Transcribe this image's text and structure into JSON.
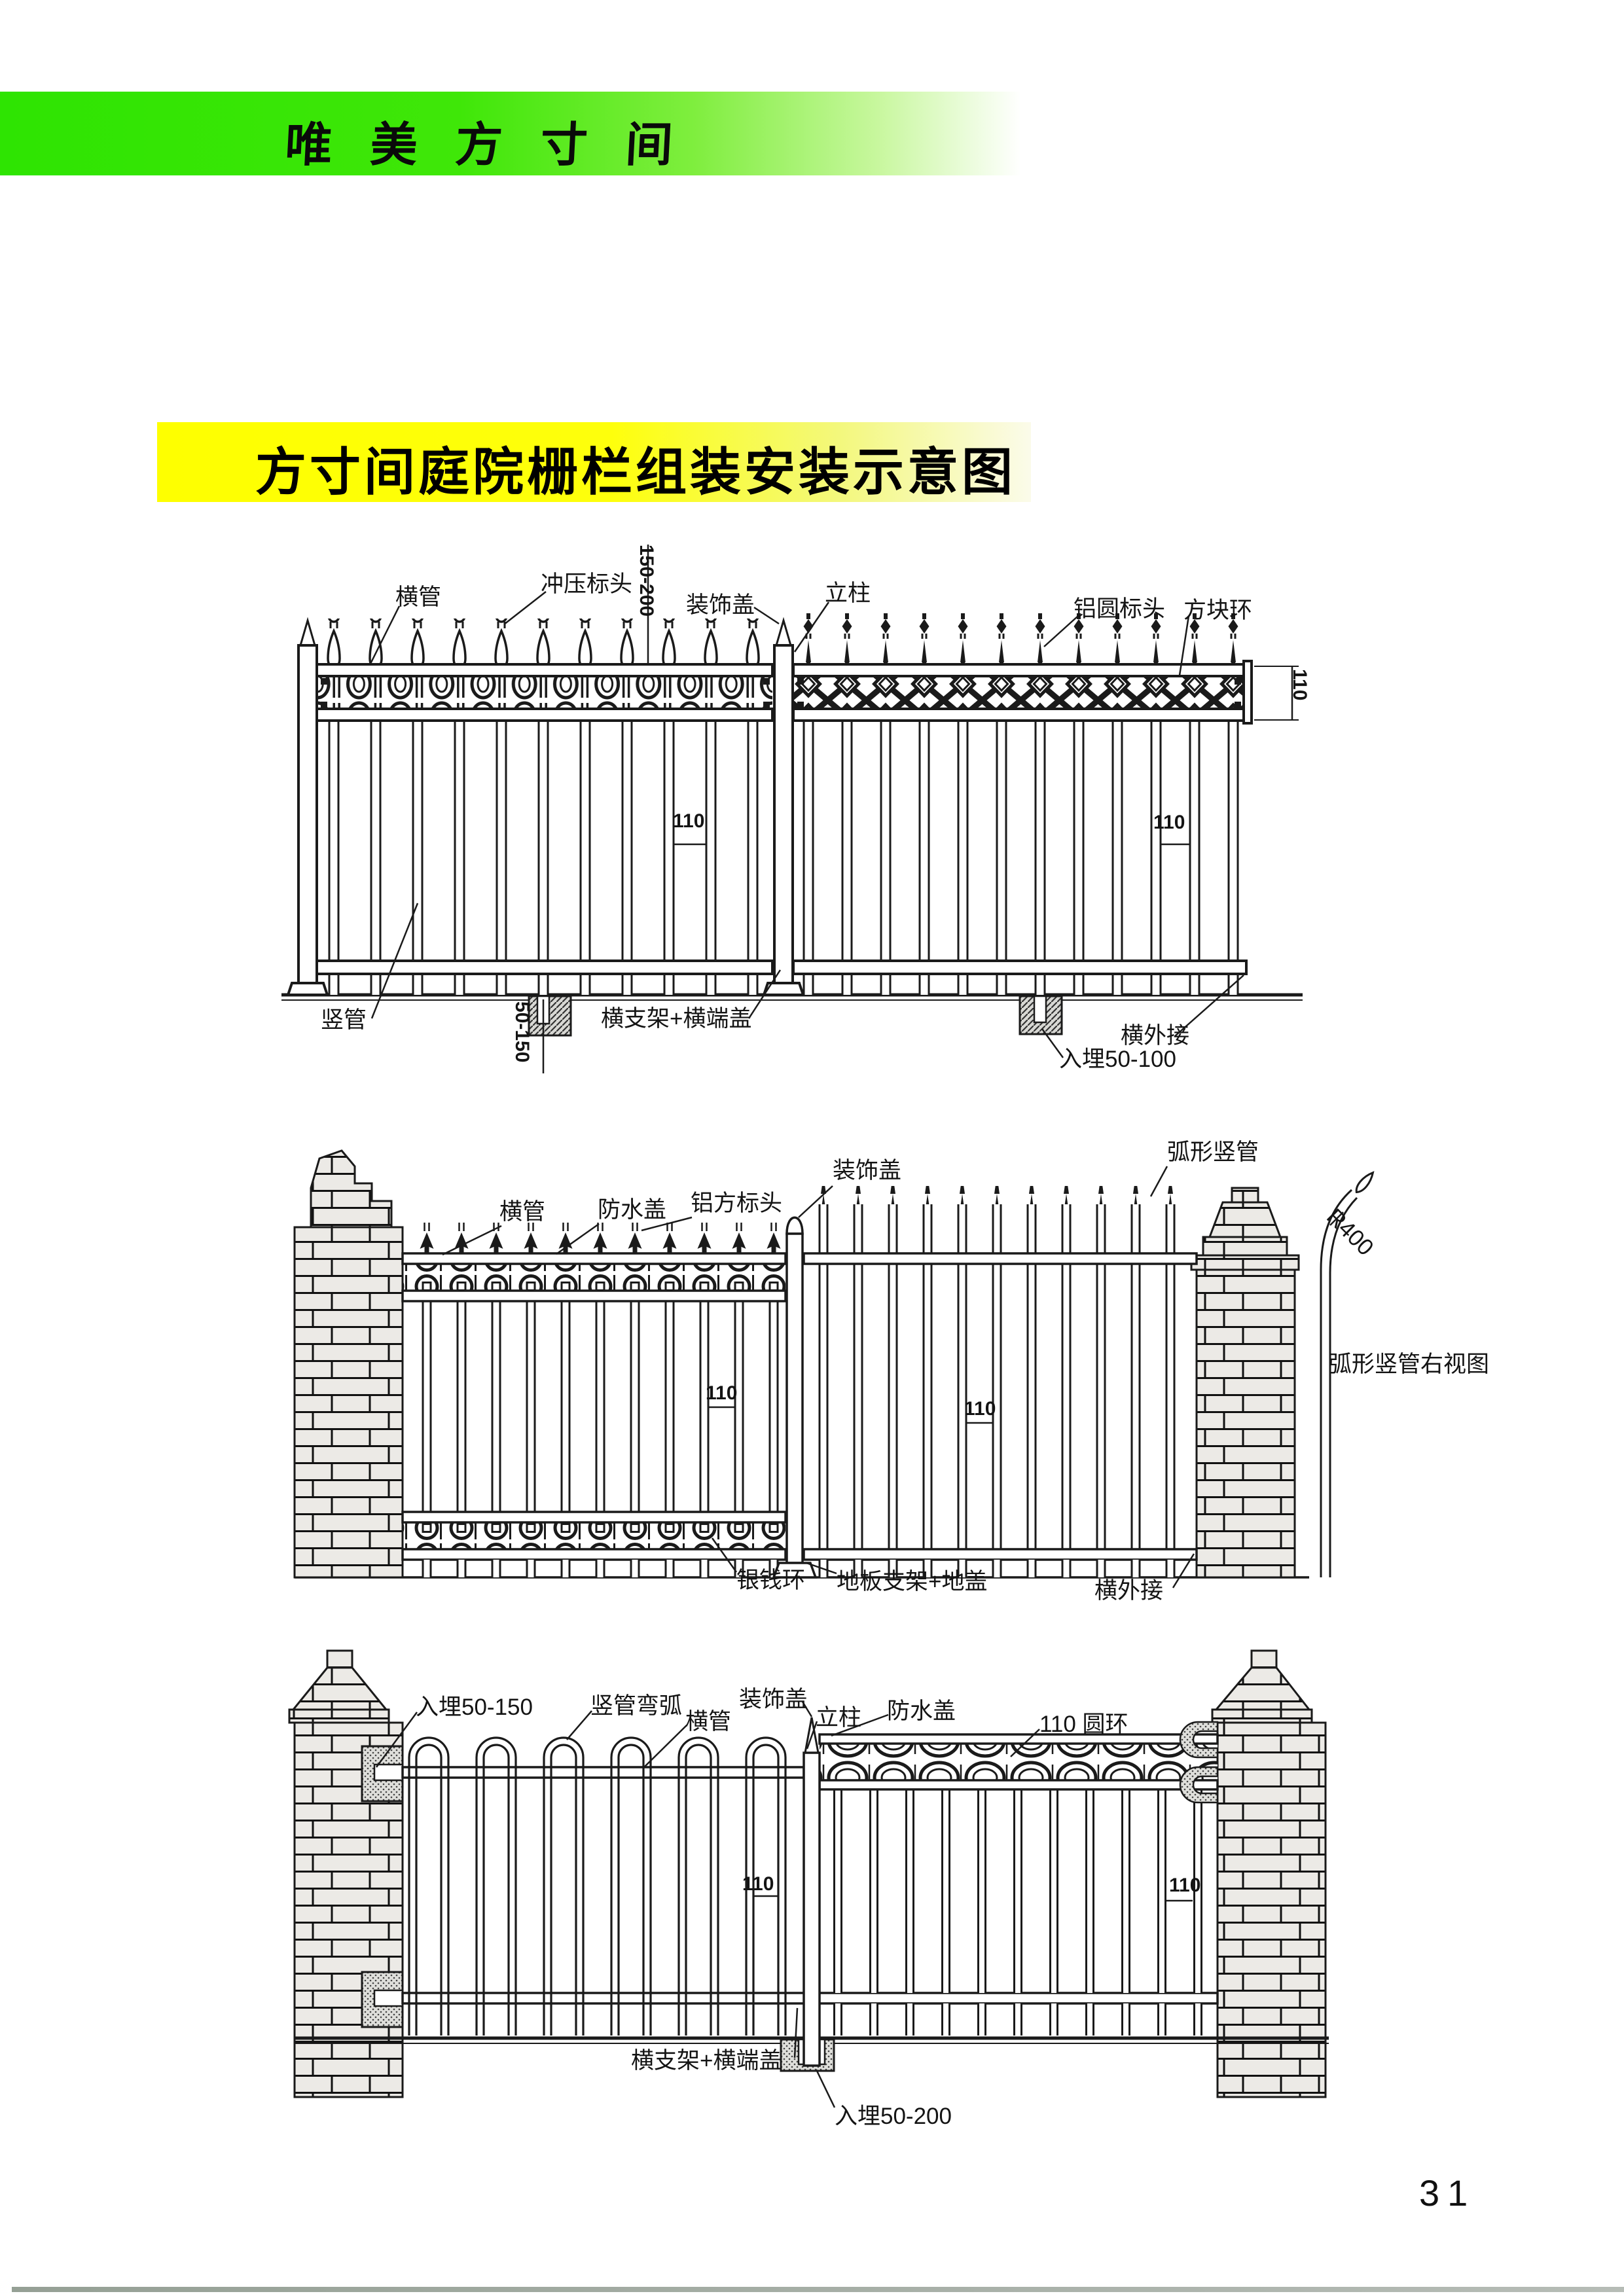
{
  "header": {
    "logo": "唯美方寸间"
  },
  "title": "方寸间庭院栅栏组装安装示意图",
  "page_number": "31",
  "colors": {
    "header_green": "#2ee402",
    "banner_yellow": "#feff00",
    "ink": "#1a1a1a"
  },
  "diagram1": {
    "labels": {
      "top_rail": "横管",
      "stamped_tip": "冲压标头",
      "deco_cap": "装饰盖",
      "post": "立柱",
      "alu_round_tip": "铝圆标头",
      "square_ring": "方块环",
      "upright_tube": "竖管",
      "rail_bracket": "横支架+横端盖",
      "embed_depth": "入埋50-100",
      "rail_outer_joint": "横外接"
    },
    "dims": {
      "top_extend": "150-200",
      "spacing_left": "110",
      "spacing_right": "110",
      "band_height": "110",
      "side_embed": "50-150"
    }
  },
  "diagram2": {
    "labels": {
      "top_rail": "横管",
      "waterproof_cap": "防水盖",
      "alu_square_tip": "铝方标头",
      "deco_cap": "装饰盖",
      "arc_tube": "弧形竖管",
      "radius": "R400",
      "side_view_caption": "弧形竖管右视图",
      "coin_ring": "银钱环",
      "floor_bracket": "地板支架+地盖",
      "rail_outer_joint": "横外接"
    },
    "dims": {
      "spacing_left": "110",
      "spacing_right": "110"
    }
  },
  "diagram3": {
    "labels": {
      "side_embed": "入埋50-150",
      "bent_arc_tube": "竖管弯弧",
      "top_rail": "横管",
      "deco_cap": "装饰盖",
      "post": "立柱",
      "waterproof_cap": "防水盖",
      "ring_110": "110 圆环",
      "rail_bracket": "横支架+横端盖",
      "embed_depth": "入埋50-200"
    },
    "dims": {
      "spacing_left": "110",
      "spacing_right": "110"
    }
  }
}
